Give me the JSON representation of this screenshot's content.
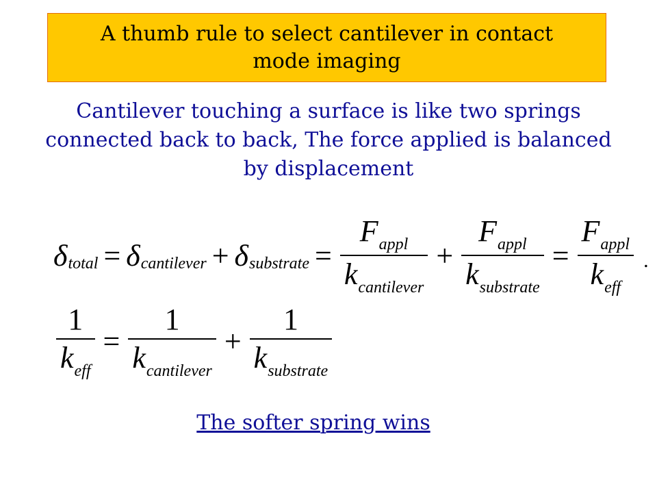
{
  "title": "A thumb rule to select cantilever in contact mode imaging",
  "subtitle": "Cantilever touching a surface is like two springs connected back to back, The force applied is balanced by displacement",
  "equation1": {
    "delta": "δ",
    "sub_total": "total",
    "equals": "=",
    "sub_cantilever": "cantilever",
    "plus": "+",
    "sub_substrate": "substrate",
    "F": "F",
    "sub_appl": "appl",
    "k": "k",
    "sub_eff": "eff",
    "period": "."
  },
  "equation2": {
    "one": "1",
    "k": "k",
    "sub_eff": "eff",
    "sub_cantilever": "cantilever",
    "sub_substrate": "substrate",
    "equals": "=",
    "plus": "+"
  },
  "conclusion": "The softer spring wins",
  "colors": {
    "title_background": "#ffc800",
    "title_border": "#e46c0a",
    "body_text": "#0f0f97"
  }
}
